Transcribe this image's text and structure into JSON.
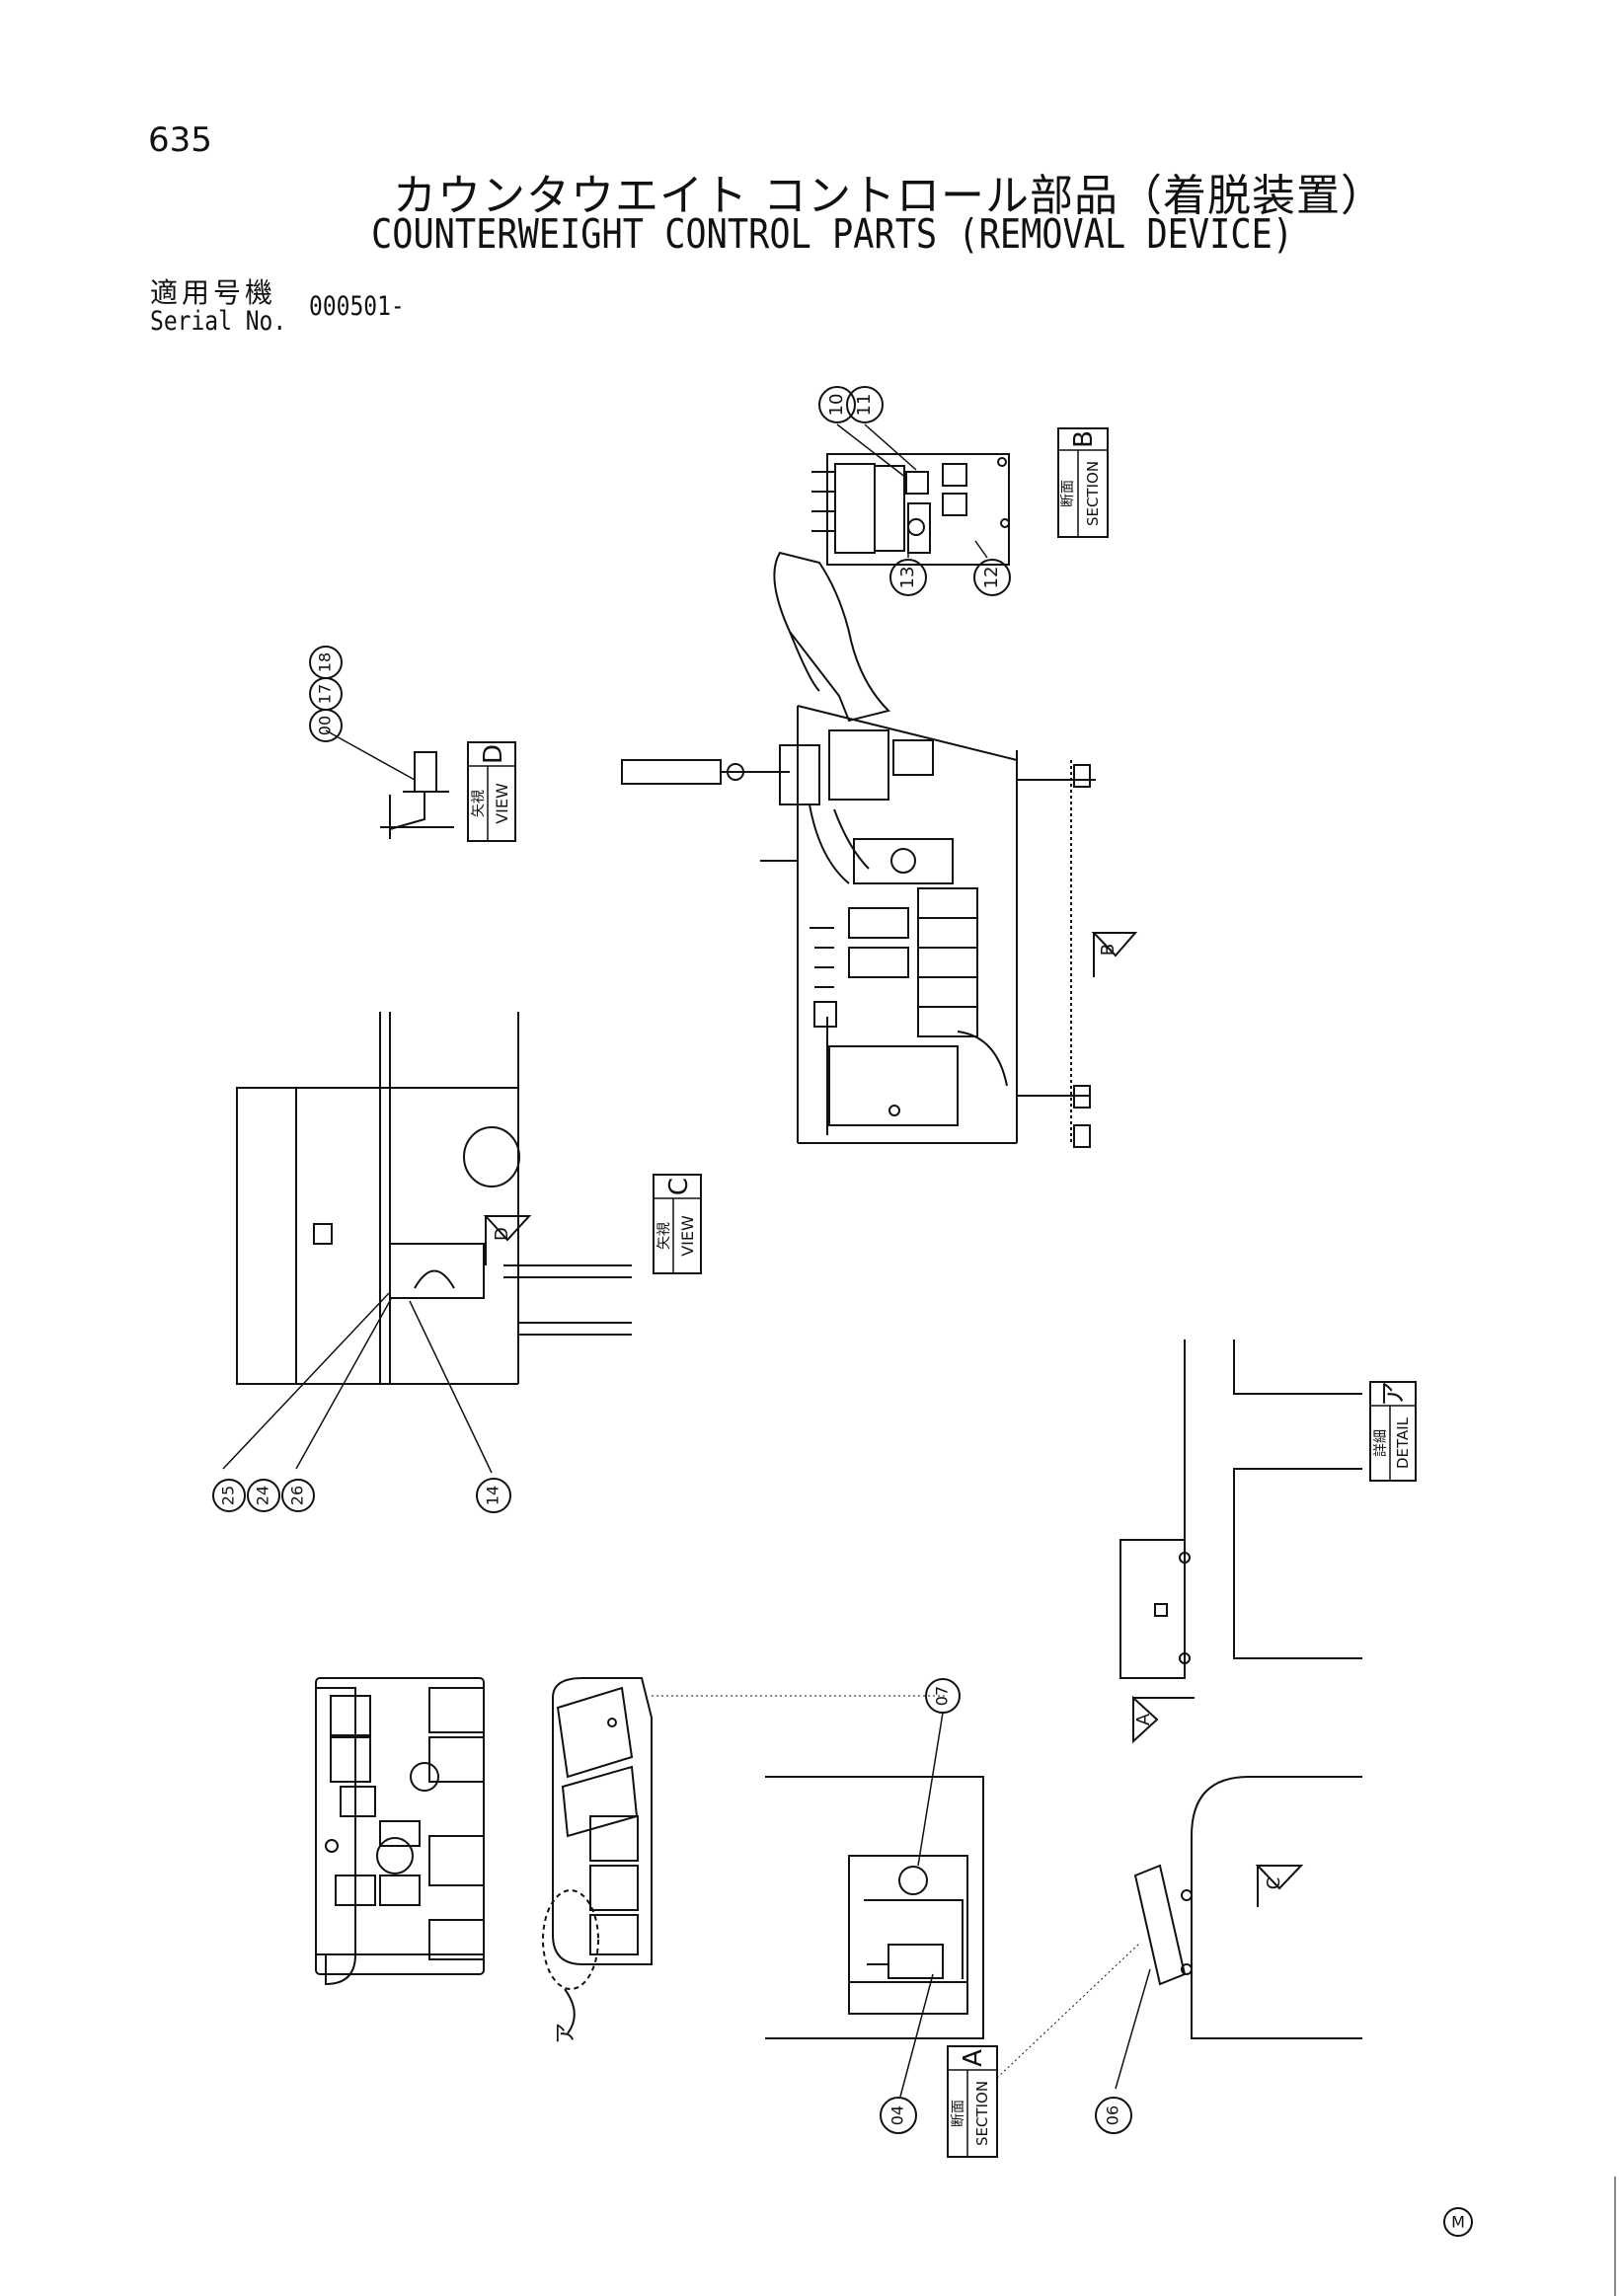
{
  "header": {
    "page_number": "635",
    "title_ja": "カウンタウエイト コントロール部品（着脱装置）",
    "title_en": "COUNTERWEIGHT CONTROL PARTS (REMOVAL DEVICE)",
    "serial_label_ja": "適用号機",
    "serial_label_en": "Serial No.",
    "serial_value": "000501-"
  },
  "callouts": {
    "c10": "10",
    "c11": "11",
    "c12": "12",
    "c13": "13",
    "c00": "00",
    "c17": "17",
    "c18": "18",
    "c25": "25",
    "c24": "24",
    "c26": "26",
    "c14": "14",
    "c07": "07",
    "c04": "04",
    "c06": "06"
  },
  "labels": {
    "section_b": {
      "ja": "断面",
      "en": "SECTION",
      "letter": "B"
    },
    "view_d": {
      "ja": "矢視",
      "en": "VIEW",
      "letter": "D"
    },
    "view_c": {
      "ja": "矢視",
      "en": "VIEW",
      "letter": "C"
    },
    "detail_a": {
      "ja": "詳細",
      "en": "DETAIL",
      "letter": "ア"
    },
    "section_a": {
      "ja": "断面",
      "en": "SECTION",
      "letter": "A"
    }
  },
  "arrows": {
    "b": "B",
    "d": "D",
    "a": "A",
    "c": "C",
    "a_kana": "ア"
  },
  "footer": {
    "mark": "M"
  }
}
